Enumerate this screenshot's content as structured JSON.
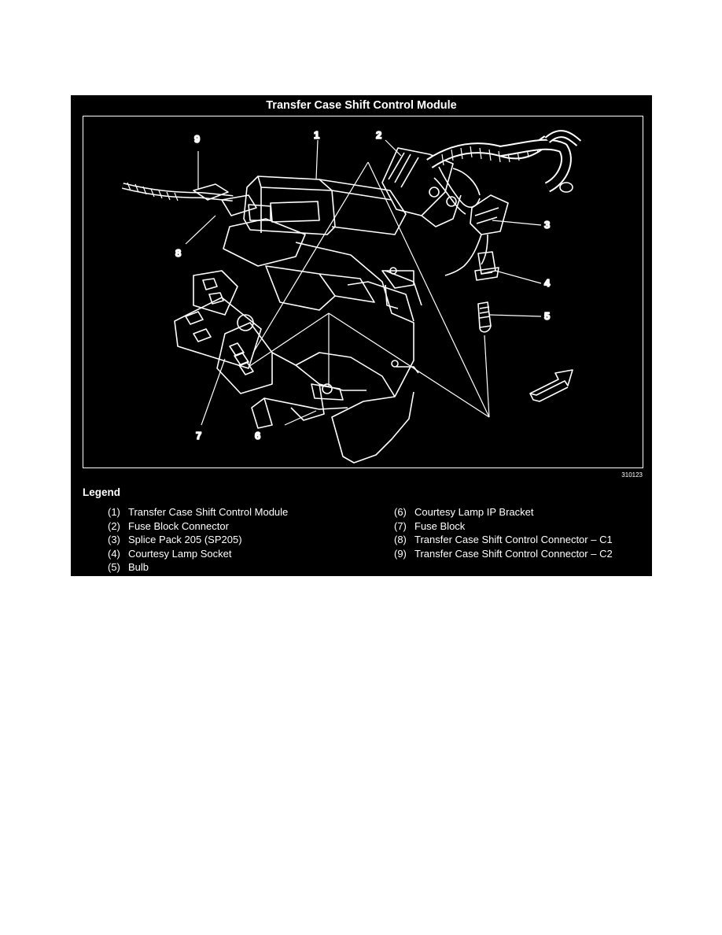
{
  "figure": {
    "title": "Transfer Case Shift Control Module",
    "figure_number": "310123",
    "callouts": [
      "1",
      "2",
      "3",
      "4",
      "5",
      "6",
      "7",
      "8",
      "9"
    ]
  },
  "legend": {
    "heading": "Legend",
    "items": [
      {
        "num": "(1)",
        "label": "Transfer Case Shift Control Module"
      },
      {
        "num": "(2)",
        "label": "Fuse Block Connector"
      },
      {
        "num": "(3)",
        "label": "Splice Pack 205 (SP205)"
      },
      {
        "num": "(4)",
        "label": "Courtesy Lamp Socket"
      },
      {
        "num": "(5)",
        "label": "Bulb"
      },
      {
        "num": "(6)",
        "label": "Courtesy Lamp IP Bracket"
      },
      {
        "num": "(7)",
        "label": "Fuse Block"
      },
      {
        "num": "(8)",
        "label": "Transfer Case Shift Control Connector – C1"
      },
      {
        "num": "(9)",
        "label": "Transfer Case Shift Control Connector – C2"
      }
    ]
  }
}
